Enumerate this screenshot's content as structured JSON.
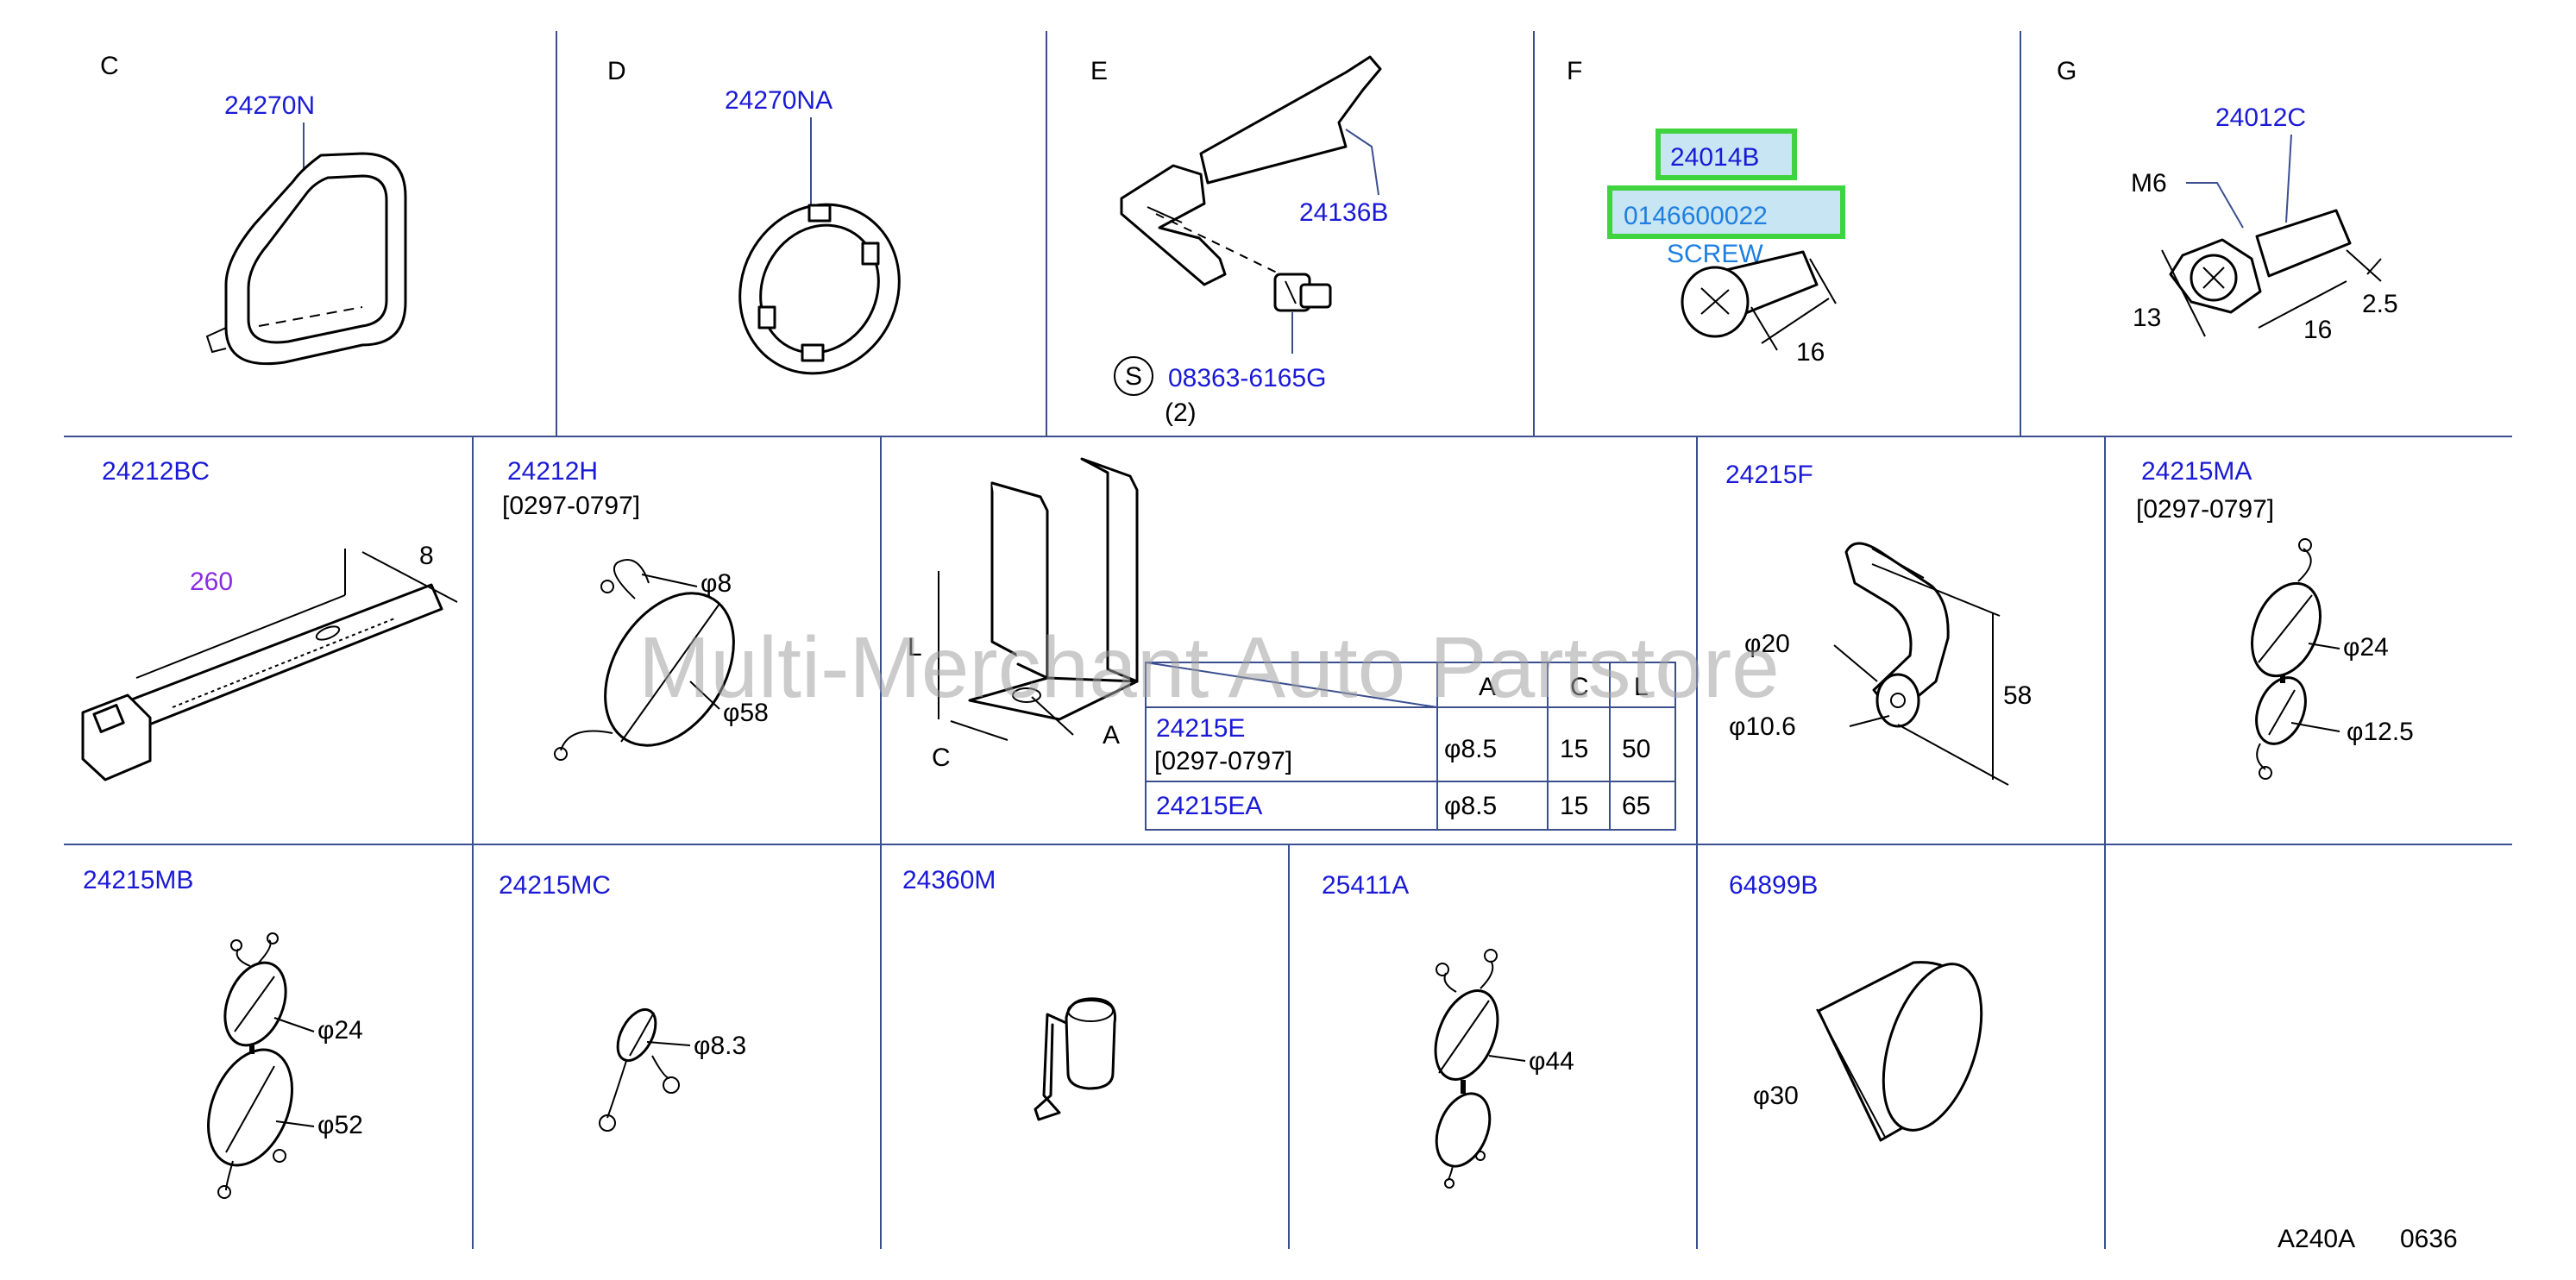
{
  "sections": {
    "C": {
      "letter": "C",
      "part": "24270N"
    },
    "D": {
      "letter": "D",
      "part": "24270NA"
    },
    "E": {
      "letter": "E",
      "part": "24136B",
      "screw": "08363-6165G",
      "screw_symbol": "S",
      "qty": "(2)"
    },
    "F": {
      "letter": "F",
      "part": "24014B",
      "part2": "0146600022",
      "part2_name": "SCREW",
      "dim_len": "16"
    },
    "G": {
      "letter": "G",
      "part": "24012C",
      "thread": "M6",
      "dim_head": "13",
      "dim_len": "16",
      "dim_tip": "2.5"
    }
  },
  "row2": {
    "bc": {
      "part": "24212BC",
      "length": "260",
      "width": "8"
    },
    "h": {
      "part": "24212H",
      "range": "[0297-0797]",
      "d_small": "φ8",
      "d_large": "φ58"
    },
    "e": {
      "label_L": "L",
      "label_C": "C",
      "label_A": "A"
    },
    "f": {
      "part": "24215F",
      "d_outer": "φ20",
      "d_inner": "φ10.6",
      "height": "58"
    },
    "ma": {
      "part": "24215MA",
      "range": "[0297-0797]",
      "d_large": "φ24",
      "d_small": "φ12.5"
    }
  },
  "dim_table": {
    "headers": [
      "A",
      "C",
      "L"
    ],
    "rows": [
      {
        "part": "24215E",
        "range": "[0297-0797]",
        "A": "φ8.5",
        "C": "15",
        "L": "50"
      },
      {
        "part": "24215EA",
        "range": "",
        "A": "φ8.5",
        "C": "15",
        "L": "65"
      }
    ]
  },
  "row3": {
    "mb": {
      "part": "24215MB",
      "d_small": "φ24",
      "d_large": "φ52"
    },
    "mc": {
      "part": "24215MC",
      "d": "φ8.3"
    },
    "m360": {
      "part": "24360M"
    },
    "a411": {
      "part": "25411A",
      "d": "φ44"
    },
    "b899": {
      "part": "64899B",
      "d": "φ30"
    }
  },
  "footer": {
    "code": "A240A",
    "num": "0636"
  },
  "watermark": "Multi-Merchant Auto Partstore",
  "colors": {
    "part_number": "#1a1ad6",
    "screw_label": "#1f7fe0",
    "highlight_border": "#3fd33f",
    "highlight_fill": "#c7e5f2",
    "dimension_accent": "#8a2be2",
    "grid": "#3b4f8f"
  }
}
